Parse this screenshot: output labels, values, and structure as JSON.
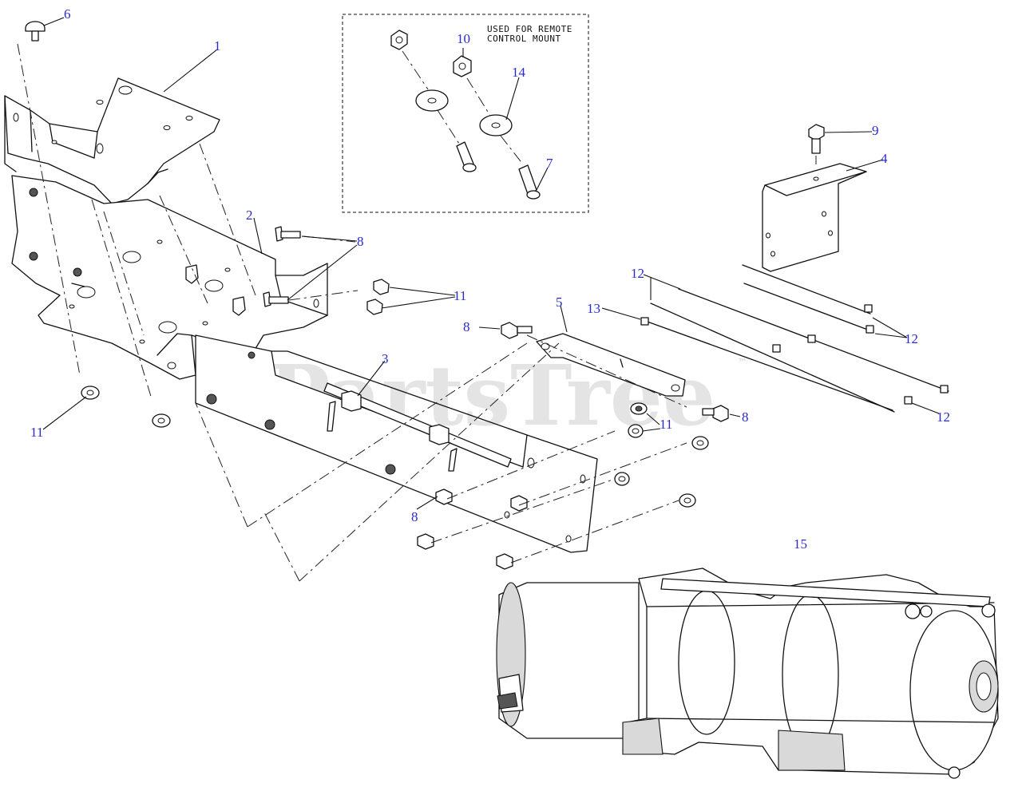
{
  "watermark": {
    "text": "PartsTree",
    "trademark": "™"
  },
  "inset_box": {
    "note_line1": "USED FOR REMOTE",
    "note_line2": "CONTROL MOUNT"
  },
  "callouts": [
    "6",
    "1",
    "2",
    "8",
    "11",
    "11",
    "3",
    "8",
    "5",
    "13",
    "12",
    "12",
    "12",
    "8",
    "11",
    "8",
    "10",
    "14",
    "7",
    "9",
    "4",
    "15"
  ],
  "colors": {
    "callout": "#2a2ad0",
    "line": "#111111",
    "watermark": "#dcdcdc"
  }
}
